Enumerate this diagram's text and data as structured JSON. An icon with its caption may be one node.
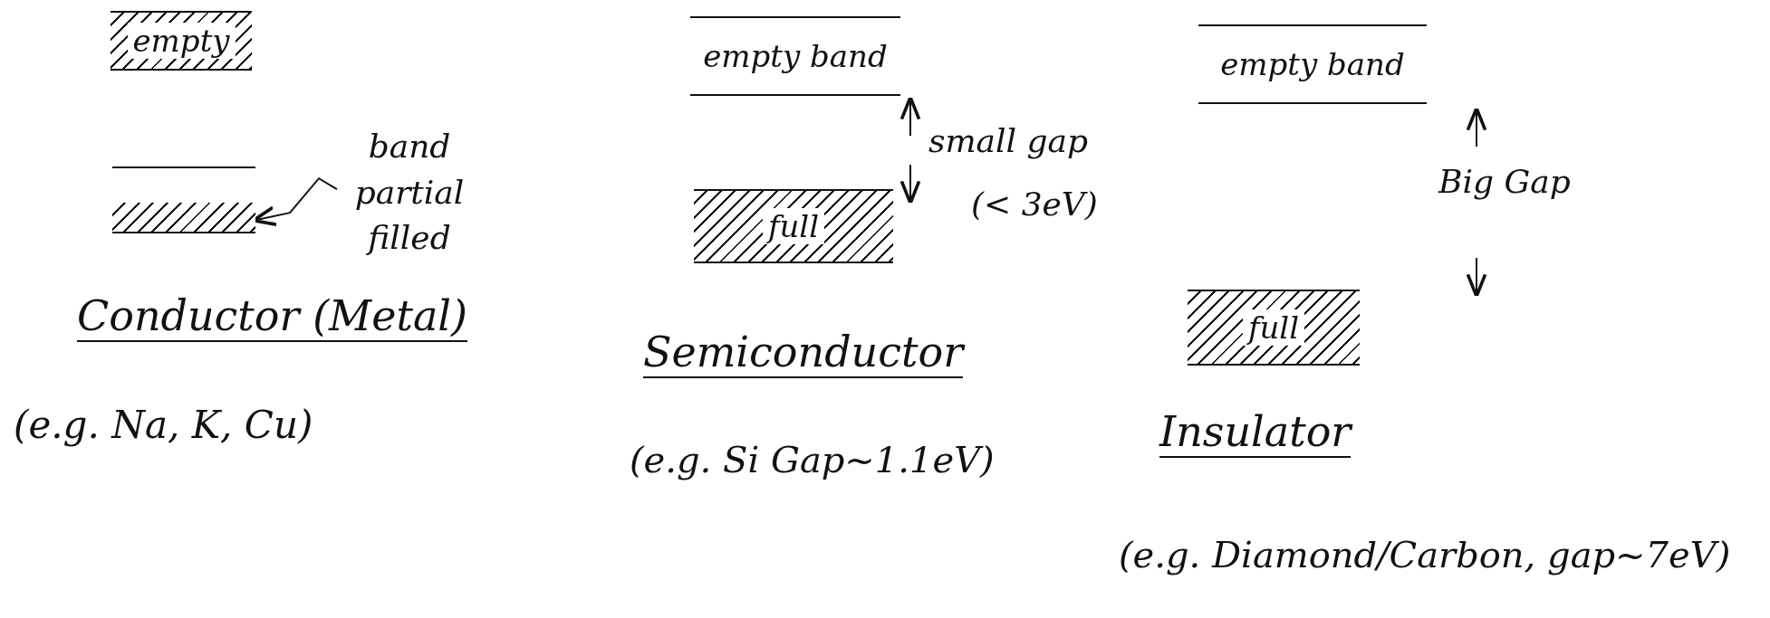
{
  "diagram": {
    "nodes": [
      {
        "text": [
          "empty"
        ]
      },
      {
        "text": [],
        "shape": "bar"
      },
      {
        "text": [
          "band partial filled"
        ]
      },
      {
        "text": [
          "empty band"
        ]
      },
      {
        "text": [
          "full"
        ]
      },
      {
        "text": [
          "empty band"
        ]
      },
      {
        "text": [
          "full"
        ]
      }
    ],
    "edges": [
      {
        "from": 2,
        "to": 1,
        "arrow": "to"
      }
    ],
    "labels": [
      "Conductor (Metal)",
      "(e.g. Na, K, Cu)",
      "small gap",
      "(< 3eV)",
      "Semiconductor",
      "(e.g. Si Gap~1.1eV)",
      "Big Gap",
      "Insulator",
      "(e.g. Diamond/Carbon, gap~7eV)"
    ]
  }
}
